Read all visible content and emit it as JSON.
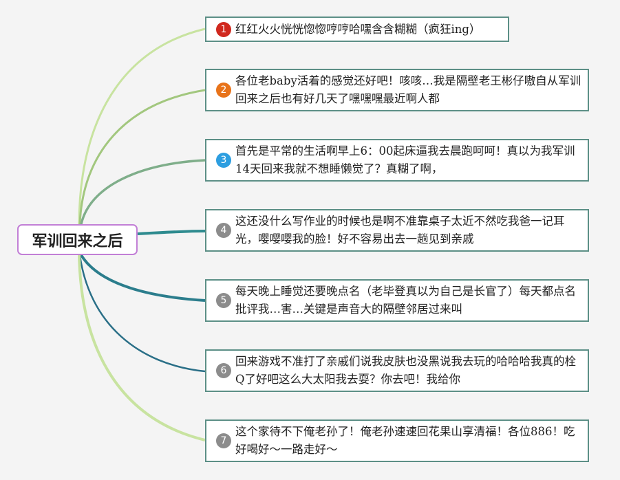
{
  "root": {
    "title": "军训回来之后"
  },
  "colors": {
    "root_border": "#c27fd6",
    "topic_border": "#5c8f86",
    "badge_red": "#d0281e",
    "badge_orange": "#e8731a",
    "badge_blue": "#2d9ee0",
    "badge_gray": "#8c8c8c"
  },
  "topics": [
    {
      "number": "1",
      "badge_color": "#d0281e",
      "text": "红红火火恍恍惚惚哼哼哈嘿含含糊糊（疯狂ing）"
    },
    {
      "number": "2",
      "badge_color": "#e8731a",
      "text": "各位老baby活着的感觉还好吧！咳咳…我是隔壁老王彬仔嗷自从军训回来之后也有好几天了嘿嘿嘿最近啊人都"
    },
    {
      "number": "3",
      "badge_color": "#2d9ee0",
      "text": "首先是平常的生活啊早上6：00起床逼我去晨跑呵呵！真以为我军训14天回来我就不想睡懒觉了？真糊了啊，"
    },
    {
      "number": "4",
      "badge_color": "#8c8c8c",
      "text": "这还没什么写作业的时候也是啊不准靠桌子太近不然吃我爸一记耳光，嘤嘤嘤我的脸！好不容易出去一趟见到亲戚"
    },
    {
      "number": "5",
      "badge_color": "#8c8c8c",
      "text": "每天晚上睡觉还要晚点名（老毕登真以为自己是长官了）每天都点名批评我…害…关键是声音大的隔壁邻居过来叫"
    },
    {
      "number": "6",
      "badge_color": "#8c8c8c",
      "text": "回来游戏不准打了亲戚们说我皮肤也没黑说我去玩的哈哈哈我真的栓Q了好吧这么大太阳我去耍？你去吧！我给你"
    },
    {
      "number": "7",
      "badge_color": "#8c8c8c",
      "text": "这个家待不下俺老孙了！俺老孙速速回花果山享清福！各位886！吃好喝好～一路走好～"
    }
  ]
}
